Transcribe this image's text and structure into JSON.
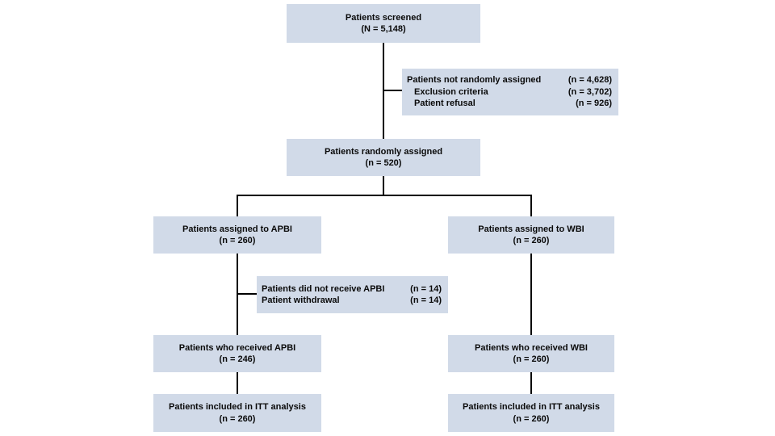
{
  "figure": {
    "type": "consort-flow-diagram",
    "background_color": "#ffffff",
    "box_fill_color": "#d1dae8",
    "line_color": "#000000",
    "text_color": "#0a0a0a"
  },
  "boxes": {
    "screened": {
      "line1": "Patients screened",
      "line2": "(N = 5,148)"
    },
    "not_assigned": {
      "rows": [
        {
          "label": "Patients not randomly assigned",
          "value": "(n = 4,628)"
        },
        {
          "label": "Exclusion criteria",
          "value": "(n = 3,702)"
        },
        {
          "label": "Patient refusal",
          "value": "(n = 926)"
        }
      ]
    },
    "randomized": {
      "line1": "Patients randomly assigned",
      "line2": "(n = 520)"
    },
    "apbi_assigned": {
      "line1": "Patients assigned to APBI",
      "line2": "(n = 260)"
    },
    "wbi_assigned": {
      "line1": "Patients assigned to WBI",
      "line2": "(n = 260)"
    },
    "not_received": {
      "rows": [
        {
          "label": "Patients did not receive APBI",
          "value": "(n = 14)"
        },
        {
          "label": "Patient withdrawal",
          "value": "(n = 14)"
        }
      ]
    },
    "apbi_received": {
      "line1": "Patients who received APBI",
      "line2": "(n = 246)"
    },
    "wbi_received": {
      "line1": "Patients who received WBI",
      "line2": "(n = 260)"
    },
    "apbi_itt": {
      "line1": "Patients included in ITT analysis",
      "line2": "(n = 260)"
    },
    "wbi_itt": {
      "line1": "Patients included in ITT analysis",
      "line2": "(n = 260)"
    }
  }
}
